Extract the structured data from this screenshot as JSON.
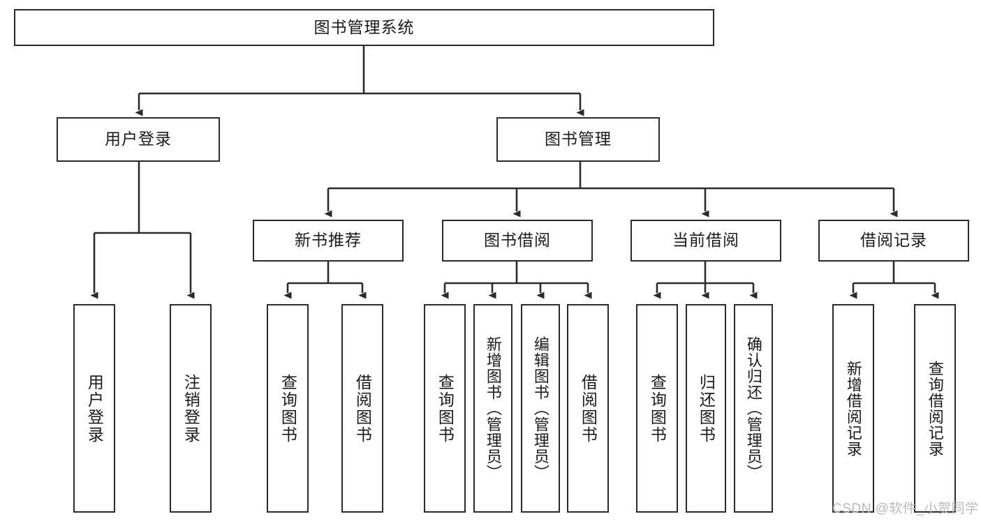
{
  "diagram": {
    "title": "图书管理系统",
    "type": "function-structure-tree",
    "colors": {
      "box_border": "#2b2b2b",
      "box_fill": "#ffffff",
      "connector": "#2b2b2b",
      "text": "#1a1a1a",
      "watermark": "#b9b9b9",
      "background": "#ffffff"
    },
    "root": {
      "label": "图书管理系统"
    },
    "level2": [
      {
        "label": "用户登录"
      },
      {
        "label": "图书管理"
      }
    ],
    "level3": [
      {
        "label": "新书推荐"
      },
      {
        "label": "图书借阅"
      },
      {
        "label": "当前借阅"
      },
      {
        "label": "借阅记录"
      }
    ],
    "leaves": {
      "user_login": [
        {
          "label": "用户登录"
        },
        {
          "label": "注销登录"
        }
      ],
      "new_book_recommend": [
        {
          "label": "查询图书"
        },
        {
          "label": "借阅图书"
        }
      ],
      "book_borrow": [
        {
          "label": "查询图书"
        },
        {
          "label": "新增图书（管理员）"
        },
        {
          "label": "编辑图书（管理员）"
        },
        {
          "label": "借阅图书"
        }
      ],
      "current_borrow": [
        {
          "label": "查询图书"
        },
        {
          "label": "归还图书"
        },
        {
          "label": "确认归还（管理员）"
        }
      ],
      "borrow_record": [
        {
          "label": "新增借阅记录"
        },
        {
          "label": "查询借阅记录"
        }
      ]
    },
    "watermark": "CSDN @软件_小贺同学"
  }
}
